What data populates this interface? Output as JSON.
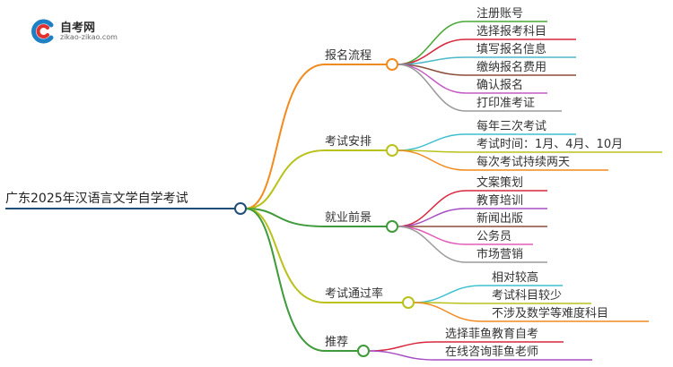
{
  "logo": {
    "name": "自考网",
    "url": "zikao-zikao.com"
  },
  "root": {
    "label": "广东2025年汉语言文学自学考试",
    "color": "#1f4e79"
  },
  "branches": [
    {
      "label": "报名流程",
      "color": "#f28a1e",
      "leaves": [
        {
          "label": "注册账号",
          "color": "#46a834"
        },
        {
          "label": "选择报考科目",
          "color": "#d7263d"
        },
        {
          "label": "填写报名信息",
          "color": "#4ab8c8"
        },
        {
          "label": "缴纳报名费用",
          "color": "#8b4c39"
        },
        {
          "label": "确认报名",
          "color": "#c45bc4"
        },
        {
          "label": "打印准考证",
          "color": "#9a9a9a"
        }
      ]
    },
    {
      "label": "考试安排",
      "color": "#b8c21b",
      "leaves": [
        {
          "label": "每年三次考试",
          "color": "#3bbfcf"
        },
        {
          "label": "考试时间：1月、4月、10月",
          "color": "#b8c21b"
        },
        {
          "label": "每次考试持续两天",
          "color": "#f28a1e"
        }
      ]
    },
    {
      "label": "就业前景",
      "color": "#3e9a3a",
      "leaves": [
        {
          "label": "文案策划",
          "color": "#d7263d"
        },
        {
          "label": "教育培训",
          "color": "#a64fc4"
        },
        {
          "label": "新闻出版",
          "color": "#8b4c39"
        },
        {
          "label": "公务员",
          "color": "#e05bb5"
        },
        {
          "label": "市场营销",
          "color": "#9a9a9a"
        }
      ]
    },
    {
      "label": "考试通过率",
      "color": "#b8c21b",
      "leaves": [
        {
          "label": "相对较高",
          "color": "#3bbfcf"
        },
        {
          "label": "考试科目较少",
          "color": "#b8c21b"
        },
        {
          "label": "不涉及数学等难度科目",
          "color": "#f28a1e"
        }
      ]
    },
    {
      "label": "推荐",
      "color": "#3e9a3a",
      "leaves": [
        {
          "label": "选择菲鱼教育自考",
          "color": "#d7263d"
        },
        {
          "label": "在线咨询菲鱼老师",
          "color": "#a64fc4"
        }
      ]
    }
  ]
}
